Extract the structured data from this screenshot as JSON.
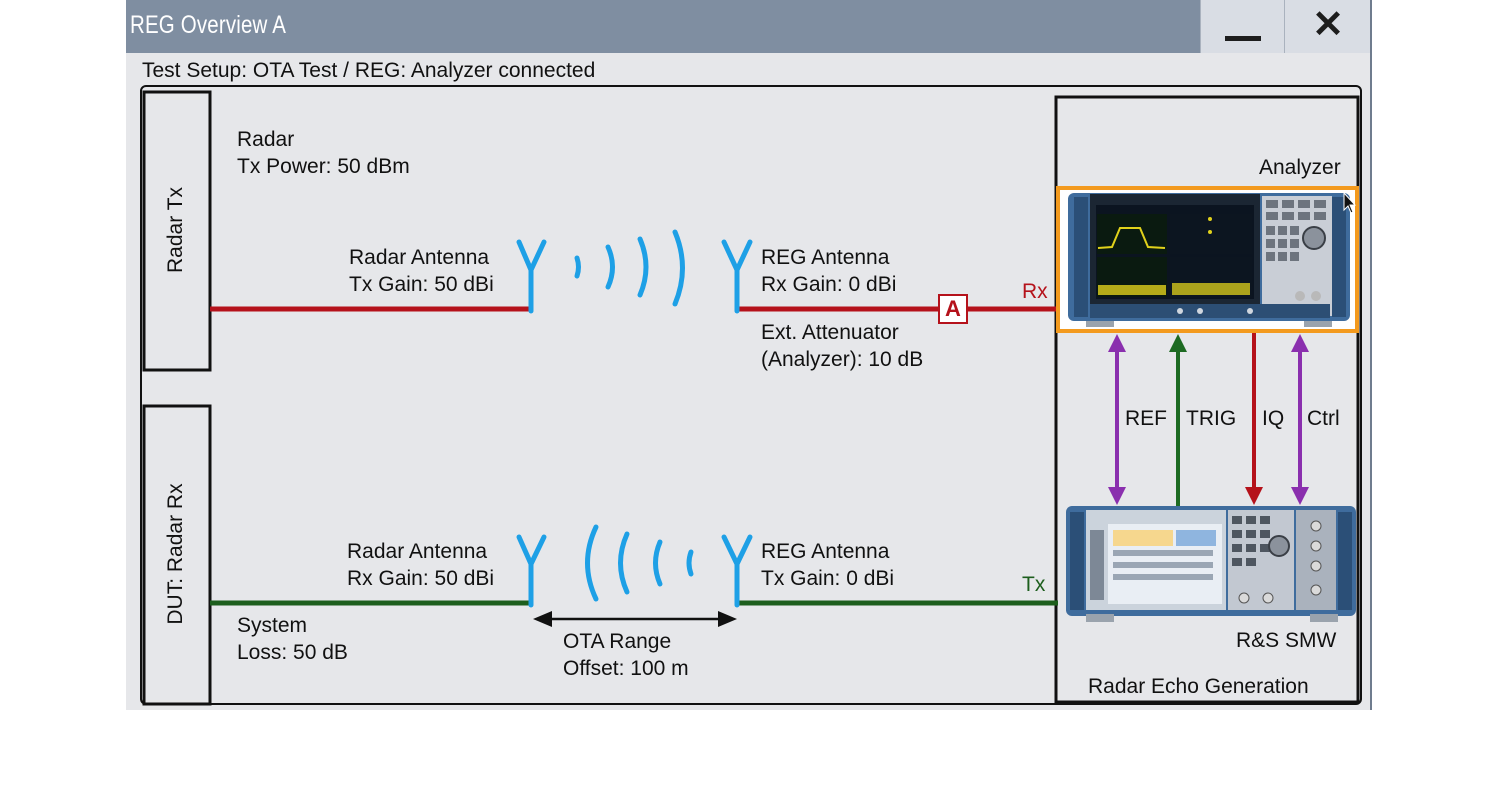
{
  "window": {
    "title": "REG Overview A",
    "minimize_label": "—",
    "close_label": "✕"
  },
  "setup_text": "Test Setup: OTA Test / REG: Analyzer connected",
  "left_blocks": {
    "radar_tx": "Radar Tx",
    "dut": "DUT: Radar Rx"
  },
  "upper_path": {
    "radar_name": "Radar",
    "tx_power": "Tx Power: 50 dBm",
    "radar_antenna": "Radar Antenna",
    "radar_antenna_gain": "Tx Gain: 50 dBi",
    "reg_antenna": "REG Antenna",
    "reg_antenna_gain": "Rx Gain: 0 dBi",
    "attenuator_line1": "Ext. Attenuator",
    "attenuator_line2": "(Analyzer): 10 dB",
    "attenuator_badge": "A",
    "port": "Rx"
  },
  "lower_path": {
    "radar_antenna": "Radar Antenna",
    "radar_antenna_gain": "Rx Gain: 50 dBi",
    "reg_antenna": "REG Antenna",
    "reg_antenna_gain": "Tx Gain: 0 dBi",
    "system": "System",
    "loss": "Loss: 50 dB",
    "ota_range": "OTA Range",
    "offset": "Offset: 100 m",
    "port": "Tx"
  },
  "reg_block": {
    "analyzer_label": "Analyzer",
    "generator_label": "R&S SMW",
    "footer": "Radar Echo Generation",
    "signals": [
      "REF",
      "TRIG",
      "IQ",
      "Ctrl"
    ]
  },
  "colors": {
    "rx_line": "#b5121b",
    "tx_line": "#1d5e1d",
    "antenna": "#1ea0e6",
    "ref_ctrl": "#8a2fae",
    "trig": "#1d6a22",
    "iq": "#b5121b",
    "highlight": "#f39a1e"
  },
  "icons": [
    "minimize-icon",
    "close-icon",
    "antenna-icon",
    "signal-wave-icon",
    "cursor-icon"
  ]
}
